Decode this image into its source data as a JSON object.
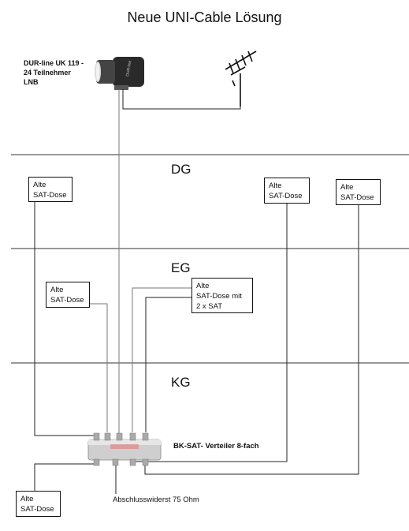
{
  "title": "Neue UNI-Cable Lösung",
  "lnb_label": [
    "DUR-line UK 119 -",
    "24 Teilnehmer",
    "LNB"
  ],
  "lnb_brand": "DUR-line",
  "floors": {
    "dg": "DG",
    "eg": "EG",
    "kg": "KG"
  },
  "boxes": {
    "dg_left": [
      "Alte",
      "SAT-Dose"
    ],
    "dg_mid": [
      "Alte",
      "SAT-Dose"
    ],
    "dg_right": [
      "Alte",
      "SAT-Dose"
    ],
    "eg_left": [
      "Alte",
      "SAT-Dose"
    ],
    "eg_mid": [
      "Alte",
      "SAT-Dose mit",
      "2 x SAT"
    ],
    "kg_left": [
      "Alte",
      "SAT-Dose"
    ]
  },
  "splitter_label": "BK-SAT- Verteiler 8-fach",
  "terminator_label": "Abschlusswiderst 75 Ohm"
}
